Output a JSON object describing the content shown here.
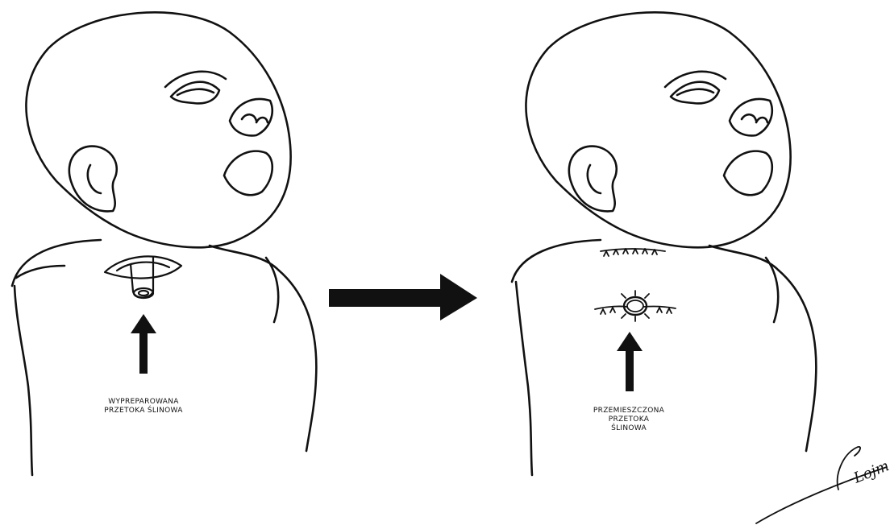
{
  "before_panel": {
    "label_lines": [
      "WYPREPAROWANA",
      "PRZETOKA ŚLINOWA"
    ]
  },
  "after_panel": {
    "label_lines": [
      "PRZEMIESZCZONA",
      "PRZETOKA",
      "ŚLINOWA"
    ]
  },
  "signature_text": "Lojm",
  "stroke_color": "#111111"
}
